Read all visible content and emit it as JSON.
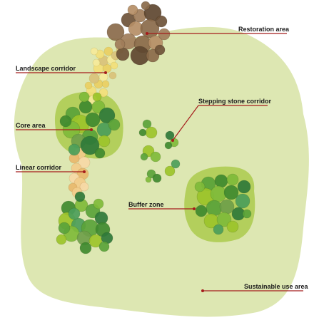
{
  "labels": {
    "restoration": "Restoration area",
    "landscape_corridor": "Landscape corridor",
    "stepping_stone": "Stepping stone corridor",
    "core_area": "Core area",
    "linear_corridor": "Linear corridor",
    "buffer_zone": "Buffer zone",
    "sustainable_use": "Sustainable use area"
  },
  "colors": {
    "sustainable_use_area": "#dde7b2",
    "buffer_zone": "#b3cf5c",
    "tree_greens": [
      "#3f8a2f",
      "#5aa33a",
      "#7fbb3a",
      "#9cc42a",
      "#2f7a3a",
      "#4c9e5a",
      "#6f9f4a"
    ],
    "restoration_browns": [
      "#8a6a4a",
      "#6e5238",
      "#a07d5a",
      "#b58e66",
      "#5e4630"
    ],
    "corridor_yellows": [
      "#f2e07a",
      "#e9cf62",
      "#d9c27a",
      "#f5ea9a"
    ],
    "linear_corridor": [
      "#f2cc8a",
      "#e8b86c",
      "#f6d9a6"
    ],
    "leader_line": "#a51c1c"
  }
}
